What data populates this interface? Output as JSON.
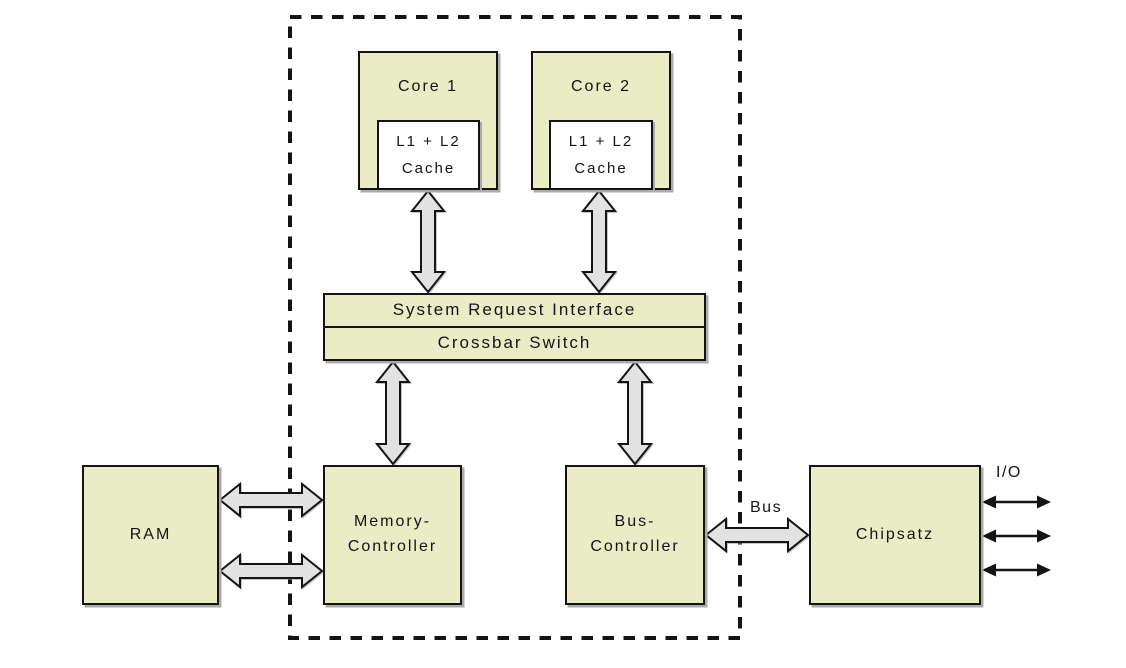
{
  "blocks": {
    "core1": "Core 1",
    "core2": "Core 2",
    "cache1": "L1 + L2\nCache",
    "cache2": "L1 + L2\nCache",
    "system_request_interface": "System Request Interface",
    "crossbar_switch": "Crossbar Switch",
    "ram": "RAM",
    "memory_controller": "Memory-\nController",
    "bus_controller": "Bus-\nController",
    "chipset": "Chipsatz"
  },
  "connection_labels": {
    "bus": "Bus",
    "io": "I/O"
  },
  "colors": {
    "canvas_bg": "#ffffff",
    "block_fill": "#eaecc5",
    "cache_fill": "#ffffff",
    "arrow_fill": "#e2e2e2",
    "line": "#141414",
    "shadow": "#ababab"
  }
}
